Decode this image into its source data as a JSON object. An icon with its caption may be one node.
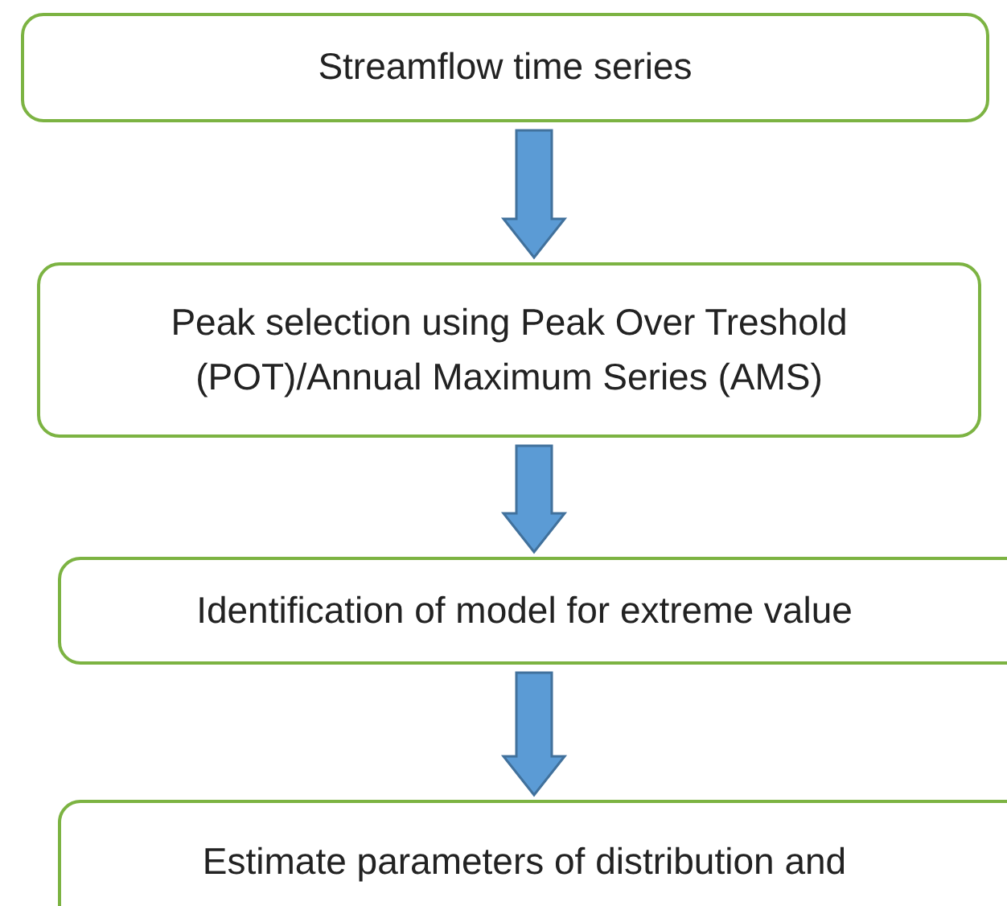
{
  "diagram": {
    "nodes": [
      {
        "text": [
          "Streamflow time series"
        ]
      },
      {
        "text": [
          "Peak selection using Peak Over Treshold (POT)/Annual Maximum Series (AMS)"
        ]
      },
      {
        "text": [
          "Identification of model for extreme value"
        ]
      },
      {
        "text": [
          "Estimate parameters of distribution and"
        ]
      }
    ],
    "edges": [
      {
        "from": 0,
        "to": 1,
        "arrow": "to"
      },
      {
        "from": 1,
        "to": 2,
        "arrow": "to"
      },
      {
        "from": 2,
        "to": 3,
        "arrow": "to"
      }
    ]
  }
}
